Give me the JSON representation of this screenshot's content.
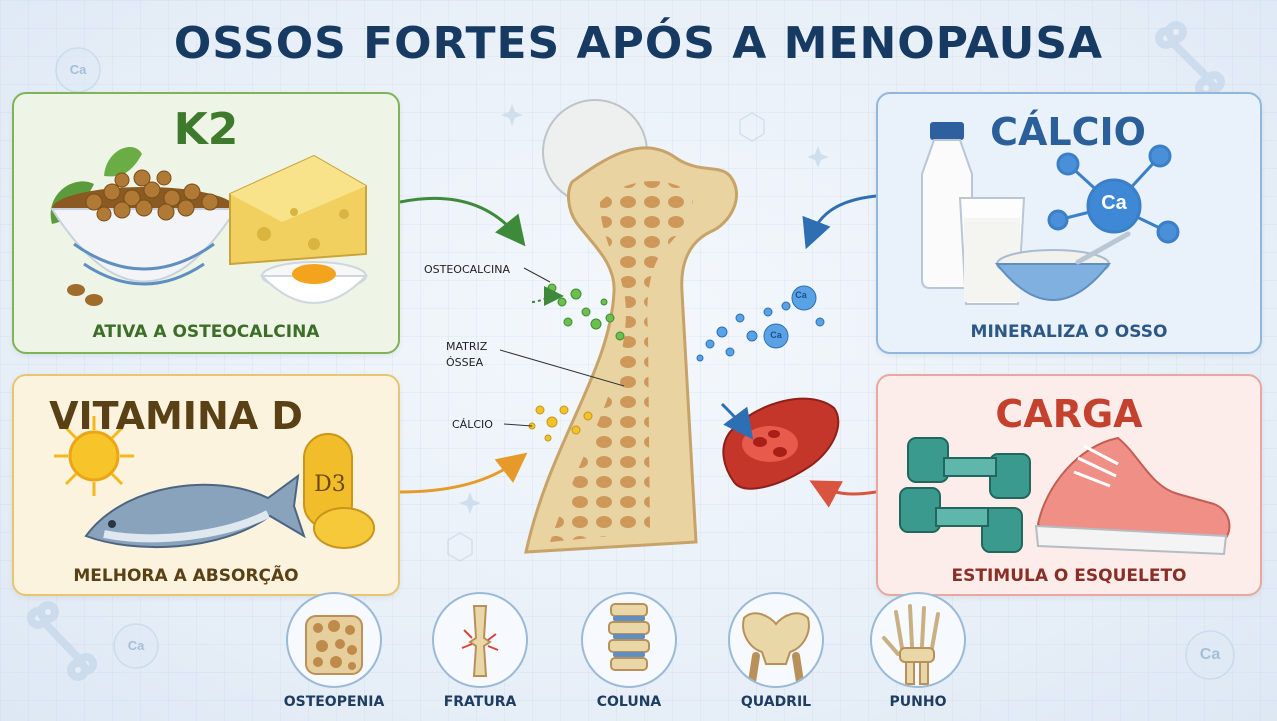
{
  "title": "OSSOS FORTES APÓS A MENOPAUSA",
  "panels": {
    "k2": {
      "title": "K2",
      "caption": "ATIVA A OSTEOCALCINA"
    },
    "calcio": {
      "title": "CÁLCIO",
      "caption": "MINERALIZA O OSSO",
      "molecule_label": "Ca"
    },
    "vitamina_d": {
      "title": "VITAMINA D",
      "caption": "MELHORA A ABSORÇÃO",
      "capsule_label": "D3"
    },
    "carga": {
      "title": "CARGA",
      "caption": "ESTIMULA O ESQUELETO"
    }
  },
  "bone_labels": {
    "osteocalcina": "OSTEOCALCINA",
    "matriz_line1": "MATRIZ",
    "matriz_line2": "ÓSSEA",
    "calcio": "CÁLCIO",
    "ion": "Ca"
  },
  "conditions": [
    {
      "label": "OSTEOPENIA",
      "icon": "porous-bone-icon"
    },
    {
      "label": "FRATURA",
      "icon": "fractured-bone-icon"
    },
    {
      "label": "COLUNA",
      "icon": "spine-icon"
    },
    {
      "label": "QUADRIL",
      "icon": "pelvis-icon"
    },
    {
      "label": "PUNHO",
      "icon": "hand-wrist-icon"
    }
  ],
  "decor_label": "Ca",
  "colors": {
    "title": "#173a63",
    "k2": "#3e7a2c",
    "calcio": "#2a5f9a",
    "vitamina_d": "#5a4015",
    "carga": "#c4412e",
    "bone": "#e6cf9c"
  }
}
